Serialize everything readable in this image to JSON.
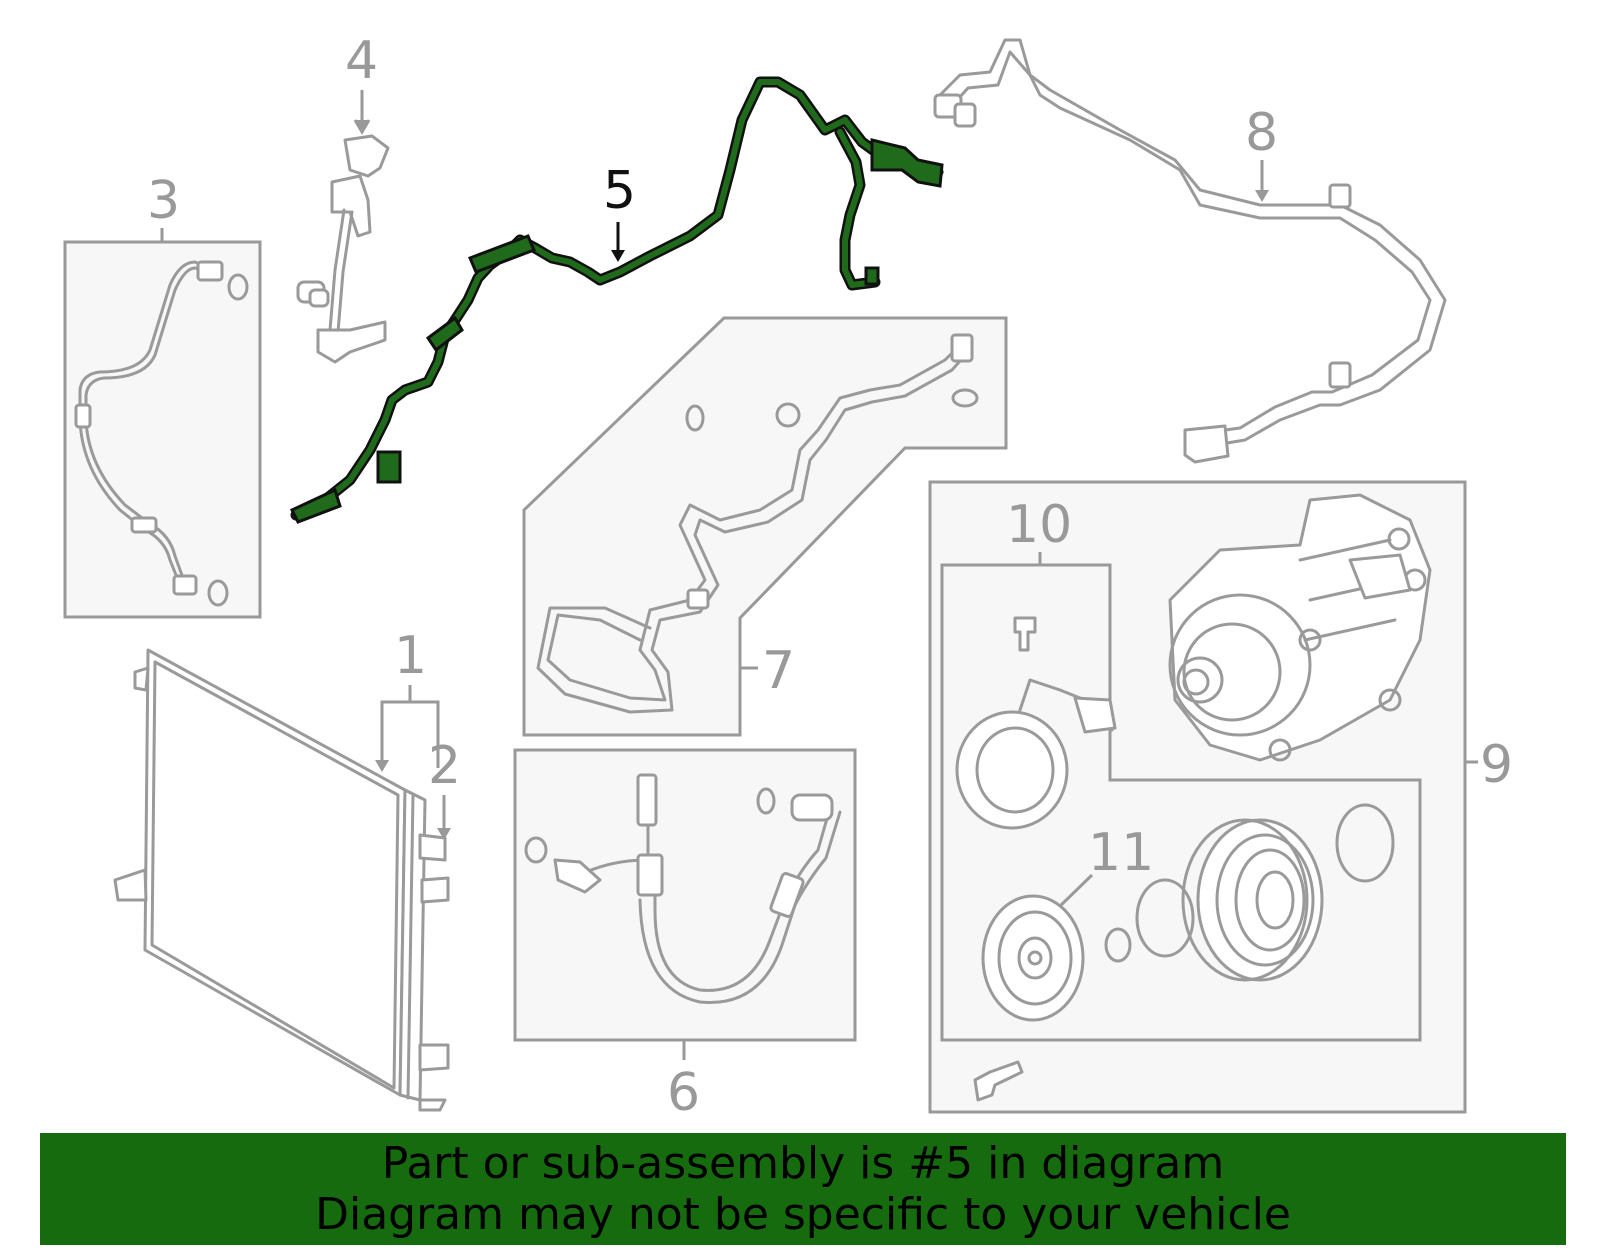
{
  "callouts": {
    "n1": "1",
    "n2": "2",
    "n3": "3",
    "n4": "4",
    "n5": "5",
    "n6": "6",
    "n7": "7",
    "n8": "8",
    "n9": "9",
    "n10": "10",
    "n11": "11"
  },
  "highlighted_part": "5",
  "colors": {
    "highlight_hose": "#1f6b1b",
    "banner_background": "#176b0f",
    "part_lines": "#9a9a9a"
  },
  "banner": {
    "line1": "Part or sub-assembly is #5 in diagram",
    "line2": "Diagram may not be specific to your vehicle"
  }
}
